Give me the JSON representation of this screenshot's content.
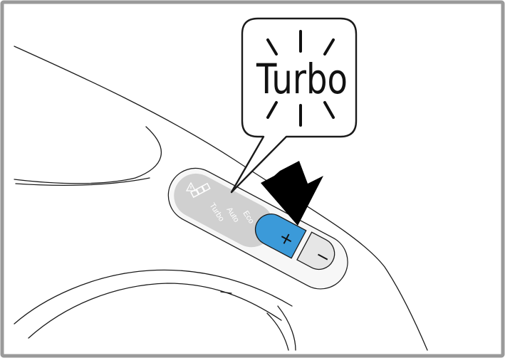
{
  "callout": {
    "text": "Turbo"
  },
  "panel": {
    "modes": [
      "Turbo",
      "Auto",
      "Eco"
    ],
    "plus_label": "+",
    "minus_label": "−"
  },
  "colors": {
    "frame": "#9a9a9a",
    "plus_button": "#3b9ad9",
    "minus_button": "#e6e6e6",
    "panel_face": "#d0d0d0",
    "arrow": "#000000"
  }
}
